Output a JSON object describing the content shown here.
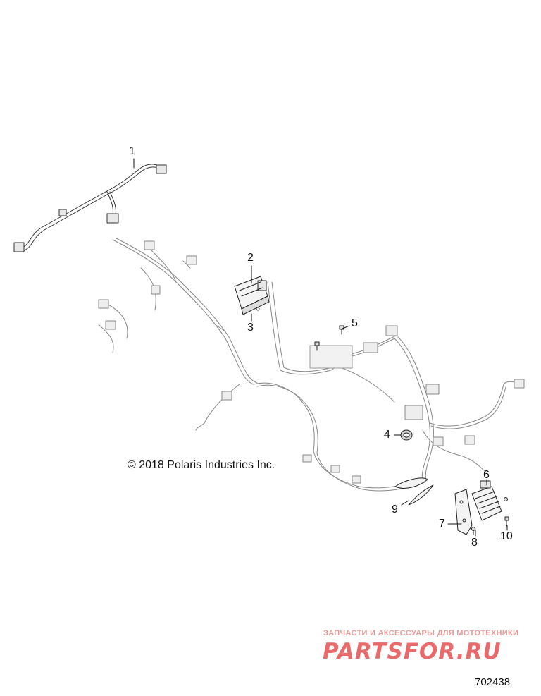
{
  "callouts": [
    "1",
    "2",
    "3",
    "4",
    "5",
    "6",
    "7",
    "8",
    "9",
    "10"
  ],
  "copyright": "© 2018 Polaris Industries Inc.",
  "watermark": {
    "tagline": "ЗАПЧАСТИ И АКСЕССУАРЫ ДЛЯ МОТОТЕХНИКИ",
    "logo": "PARTSFOR.RU"
  },
  "figure_number": "702438",
  "colors": {
    "line": "#222222",
    "fill": "#f2f2f2",
    "watermark": "#e86a6a"
  }
}
